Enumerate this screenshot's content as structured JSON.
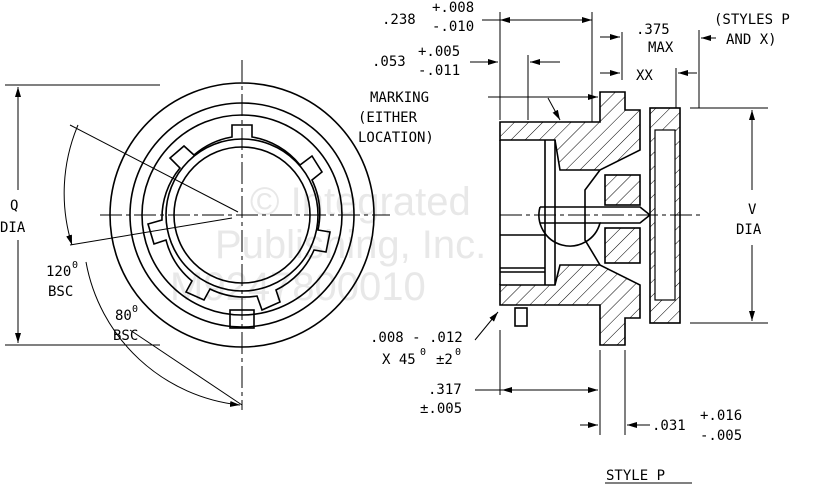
{
  "watermark": {
    "line1": "© Integrated",
    "line2": "Publishing, Inc.",
    "line3": "M9247800010"
  },
  "front_view": {
    "q_dia": {
      "value": "Q",
      "label": "DIA"
    },
    "angle_120": {
      "value": "120",
      "sup": "0",
      "label": "BSC"
    },
    "angle_80": {
      "value": "80",
      "sup": "0",
      "label": "BSC"
    }
  },
  "side_view": {
    "dim_238": {
      "nominal": ".238",
      "plus": "+.008",
      "minus": "-.010"
    },
    "dim_053": {
      "nominal": ".053",
      "plus": "+.005",
      "minus": "-.011"
    },
    "dim_375": {
      "nominal": ".375",
      "label": "MAX"
    },
    "xx": "XX",
    "styles_note": {
      "line1": "(STYLES P",
      "line2": "AND X)"
    },
    "marking": {
      "line1": "MARKING",
      "line2": "(EITHER",
      "line3": "LOCATION)"
    },
    "v_dia": {
      "value": "V",
      "label": "DIA"
    },
    "chamfer": {
      "line1": ".008 - .012",
      "line2": "X 45",
      "sup": "0",
      "tol": "±2",
      "tol_sup": "0"
    },
    "dim_317": {
      "nominal": ".317",
      "tol": "±.005"
    },
    "dim_031": {
      "nominal": ".031",
      "plus": "+.016",
      "minus": "-.005"
    },
    "caption": "STYLE P"
  }
}
